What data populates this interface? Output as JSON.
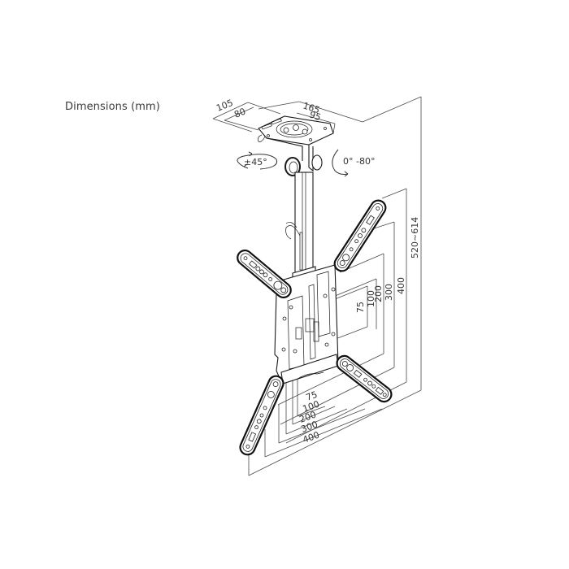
{
  "title": "Dimensions (mm)",
  "diagram": {
    "subject": "TV ceiling mount",
    "rotation": {
      "swivel_label": "±45°",
      "tilt_label": "0° -80°"
    },
    "top_plate_dimensions": {
      "width_outer": "105",
      "width_inner": "80",
      "depth_outer": "165",
      "depth_inner": "95"
    },
    "height_dimension": "520~614",
    "vesa_vertical": [
      "75",
      "100",
      "200",
      "300",
      "400"
    ],
    "vesa_horizontal": [
      "75",
      "100",
      "200",
      "300",
      "400"
    ]
  },
  "colors": {
    "line": "#1a1a1a",
    "dimension_line": "#4a4a4a",
    "background": "#ffffff"
  }
}
